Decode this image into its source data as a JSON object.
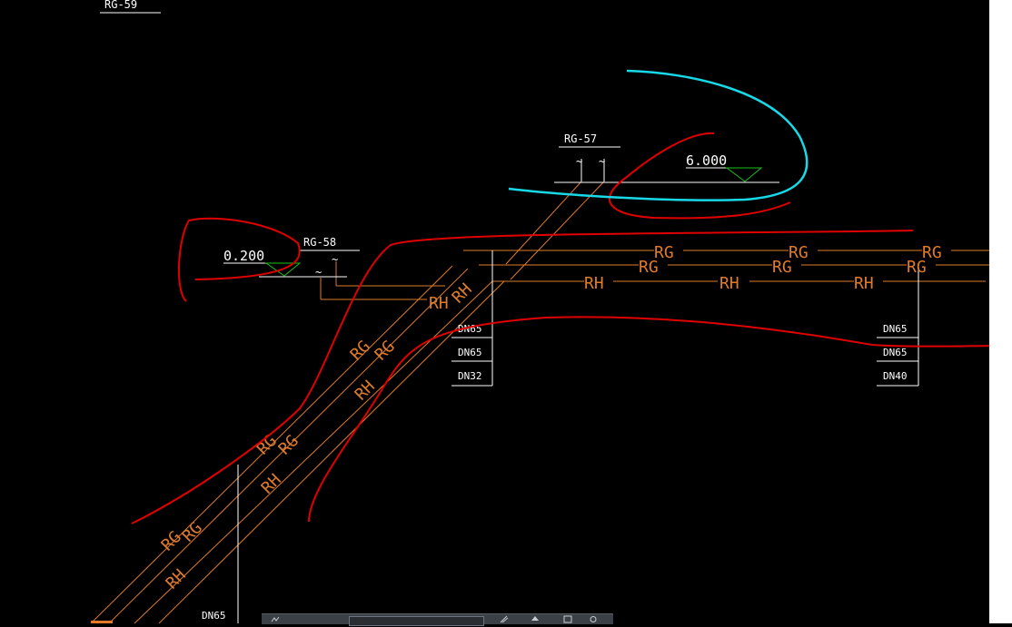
{
  "drawing": {
    "pipe_labels": {
      "rg": "RG",
      "rh": "RH"
    },
    "pipe_tags": {
      "rg59": "RG-59",
      "rg57": "RG-57",
      "rg58": "RG-58"
    },
    "elevations": {
      "upper": "6.000",
      "lower": "0.200"
    },
    "dims": {
      "left_top": "DN65",
      "left_mid": "DN65",
      "left_bot": "DN32",
      "right_top": "DN65",
      "right_mid": "DN65",
      "right_bot": "DN40",
      "bottom_left": "DN65"
    }
  },
  "colors": {
    "background": "#000000",
    "pipe": "#e07b2a",
    "markup_red": "#e00000",
    "markup_cyan": "#17d9e8",
    "elevation_marker": "#19c019",
    "text_white": "#ffffff"
  },
  "icons": {
    "command_bar": [
      "command-line-icon",
      "toolbar-icons"
    ]
  }
}
